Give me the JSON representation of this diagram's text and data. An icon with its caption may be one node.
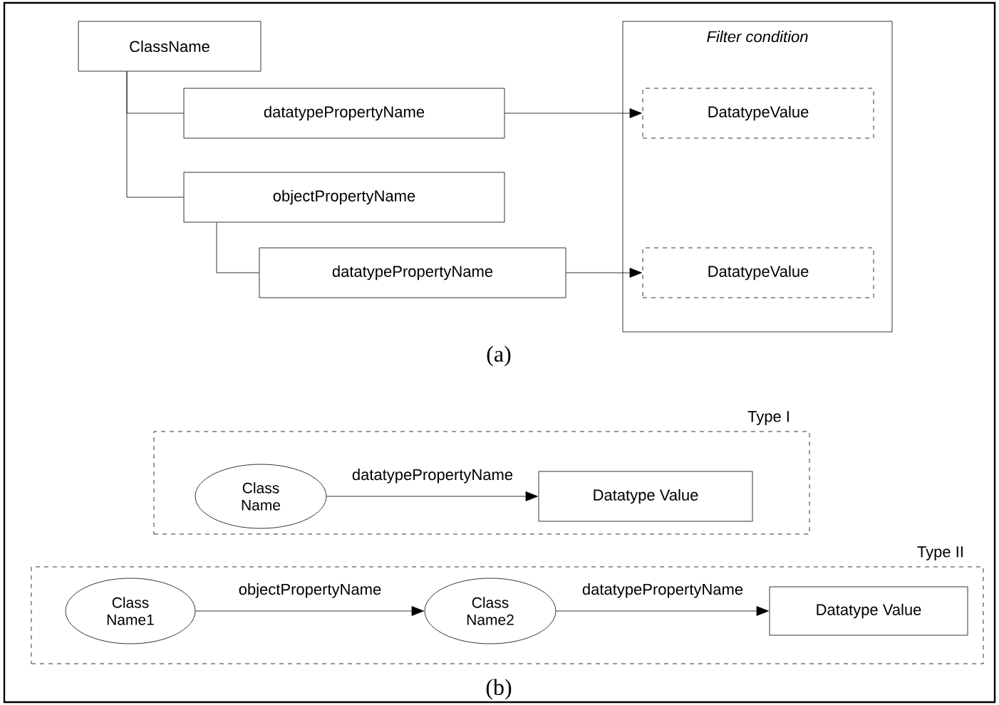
{
  "diagram": {
    "nodes": [
      {
        "text": [
          "ClassName"
        ]
      },
      {
        "text": [
          "datatypePropertyName"
        ]
      },
      {
        "text": [
          "objectPropertyName"
        ]
      },
      {
        "text": [
          "datatypePropertyName"
        ]
      },
      {
        "text": [
          "Filter condition"
        ]
      },
      {
        "text": [
          "DatatypeValue"
        ],
        "in": 4
      },
      {
        "text": [
          "DatatypeValue"
        ],
        "in": 4
      },
      {
        "text": [
          "Type I"
        ]
      },
      {
        "text": [
          "Class Name"
        ],
        "in": 7
      },
      {
        "text": [
          "Datatype Value"
        ],
        "in": 7
      },
      {
        "text": [
          "Type II"
        ]
      },
      {
        "text": [
          "Class Name1"
        ],
        "in": 10
      },
      {
        "text": [
          "Class Name2"
        ],
        "in": 10
      },
      {
        "text": [
          "Datatype Value"
        ],
        "in": 10
      }
    ],
    "edges": [
      {
        "from": 0,
        "to": 1,
        "arrow": "none"
      },
      {
        "from": 0,
        "to": 2,
        "arrow": "none"
      },
      {
        "from": 2,
        "to": 3,
        "arrow": "none"
      },
      {
        "from": 1,
        "to": 5,
        "arrow": "to"
      },
      {
        "from": 3,
        "to": 6,
        "arrow": "to"
      },
      {
        "from": 8,
        "to": 9,
        "arrow": "to",
        "label": "datatypePropertyName"
      },
      {
        "from": 11,
        "to": 12,
        "arrow": "to",
        "label": "objectPropertyName"
      },
      {
        "from": 12,
        "to": 13,
        "arrow": "to",
        "label": "datatypePropertyName"
      }
    ],
    "labels": [
      "(a)",
      "(b)"
    ]
  }
}
